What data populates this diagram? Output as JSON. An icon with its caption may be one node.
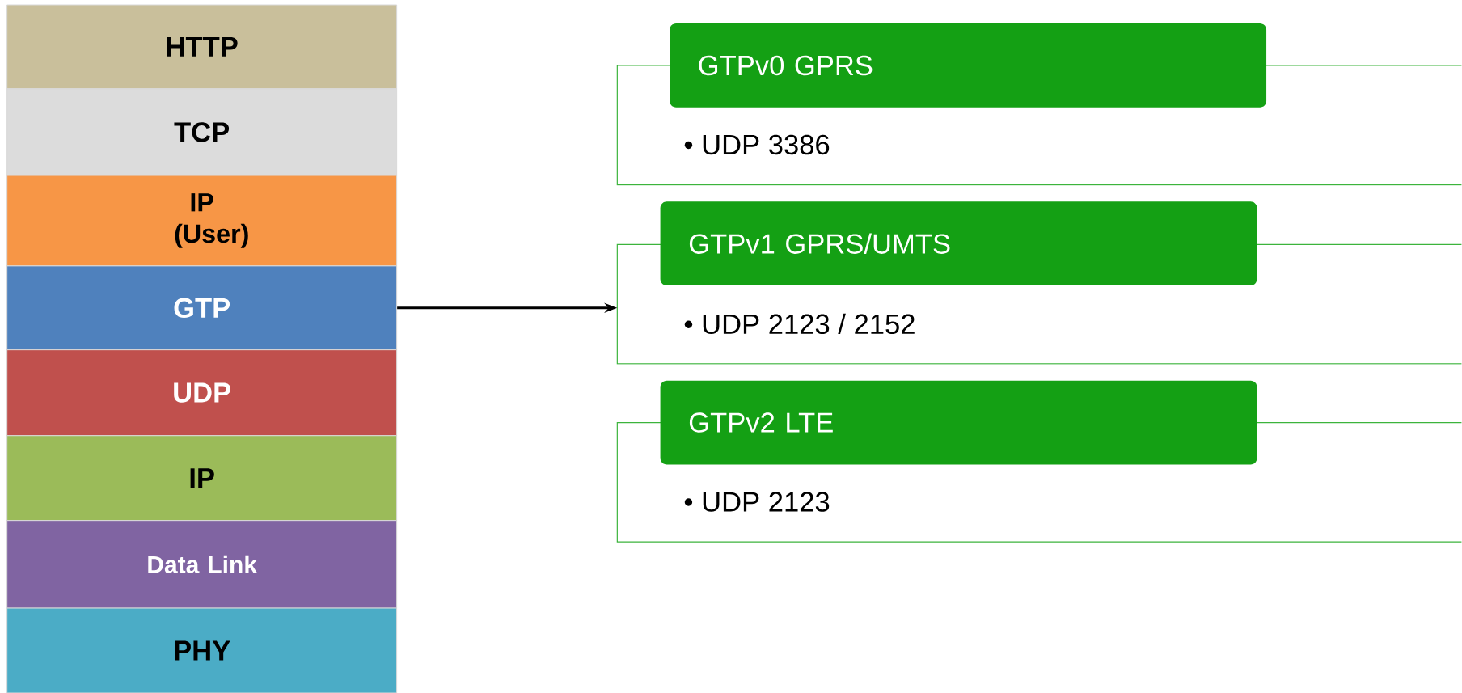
{
  "diagram": {
    "nodes": [
      {
        "text": [
          "HTTP"
        ]
      },
      {
        "text": [
          "TCP"
        ]
      },
      {
        "text": [
          "IP (User)"
        ]
      },
      {
        "text": [
          "GTP"
        ]
      },
      {
        "text": [
          "UDP"
        ]
      },
      {
        "text": [
          "IP"
        ]
      },
      {
        "text": [
          "Data Link"
        ]
      },
      {
        "text": [
          "PHY"
        ]
      },
      {
        "text": [
          "GTPv0 GPRS"
        ]
      },
      {
        "text": [
          "• UDP 3386"
        ]
      },
      {
        "text": [
          "GTPv1 GPRS/UMTS"
        ]
      },
      {
        "text": [
          "• UDP 2123 / 2152"
        ]
      },
      {
        "text": [
          "GTPv2 LTE"
        ]
      },
      {
        "text": [
          "• UDP 2123"
        ]
      }
    ],
    "edges": [
      {
        "from": 3,
        "to": 11,
        "arrow": "to"
      }
    ]
  }
}
